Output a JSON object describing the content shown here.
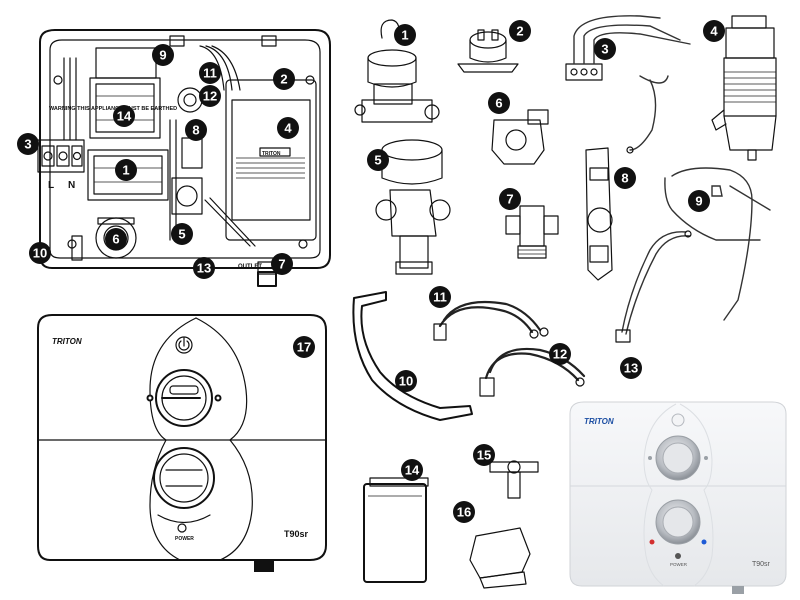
{
  "callouts": [
    {
      "n": "1"
    },
    {
      "n": "2"
    },
    {
      "n": "3"
    },
    {
      "n": "4"
    },
    {
      "n": "5"
    },
    {
      "n": "6"
    },
    {
      "n": "7"
    },
    {
      "n": "8"
    },
    {
      "n": "9"
    },
    {
      "n": "10"
    },
    {
      "n": "11"
    },
    {
      "n": "12"
    },
    {
      "n": "13"
    },
    {
      "n": "14"
    },
    {
      "n": "15"
    },
    {
      "n": "16"
    },
    {
      "n": "17"
    }
  ],
  "cover": {
    "brand": "TRITON",
    "model": "T90sr",
    "power_label": "POWER"
  },
  "photo": {
    "brand": "TRITON",
    "model": "T90sr",
    "power_label": "POWER"
  },
  "internal": {
    "terminal_l": "L",
    "terminal_n": "N",
    "earth_warning": "WARNING THIS APPLIANCE MUST BE EARTHED",
    "outlet_label": "OUTLET",
    "tank_label": "TRITON"
  },
  "colors": {
    "ink": "#111111",
    "photo_body": "#f2f3f5",
    "photo_knob": "#b8bcc2",
    "brand_blue": "#1d4fa3",
    "dot_red": "#d32f2f",
    "dot_blue": "#1e5bd6"
  }
}
